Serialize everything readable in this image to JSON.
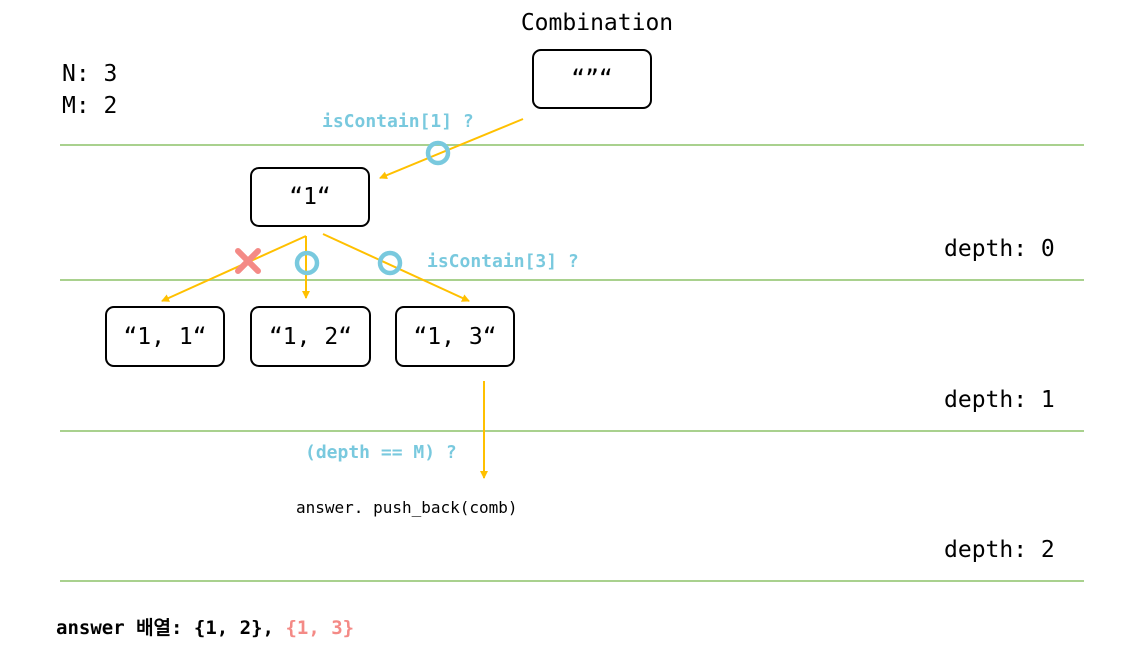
{
  "title": "Combination",
  "params": {
    "n": "N: 3",
    "m": "M: 2"
  },
  "nodes": {
    "root": "“”“",
    "one": "“1“",
    "one_one": "“1, 1“",
    "one_two": "“1, 2“",
    "one_three": "“1, 3“"
  },
  "depths": [
    "depth: 0",
    "depth: 1",
    "depth: 2"
  ],
  "notes": {
    "contain1": "isContain[1] ?",
    "contain3": "isContain[3] ?",
    "depth_check": "(depth == M) ?"
  },
  "code": "answer. push_back(comb)",
  "answer": {
    "label": "answer 배열: {1, 2}, ",
    "highlight": "{1, 3}"
  },
  "colors": {
    "divider": "#a9d18e",
    "arrow": "#ffc000",
    "ok": "#79c9de",
    "reject": "#f48a86"
  }
}
